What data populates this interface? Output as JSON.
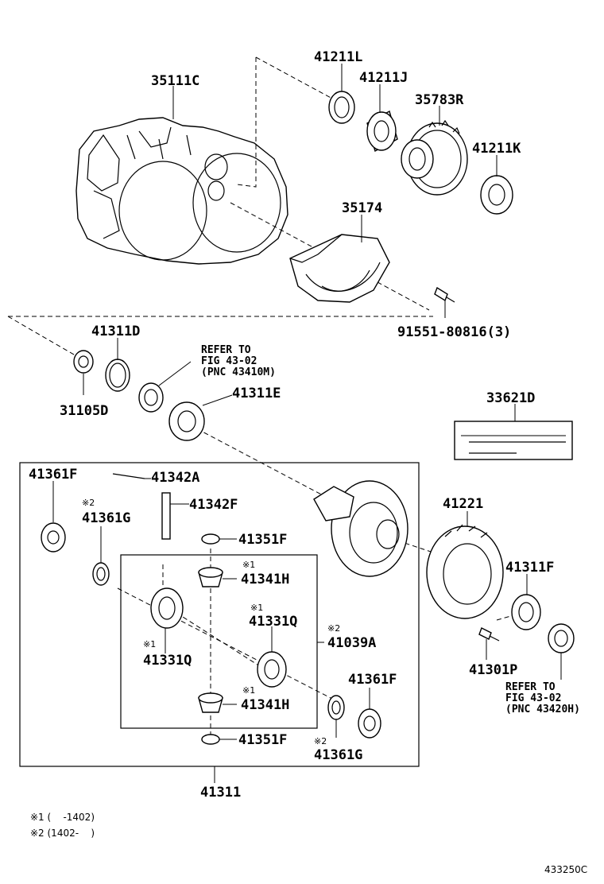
{
  "parts": {
    "p35111C": "35111C",
    "p41211L": "41211L",
    "p41211J": "41211J",
    "p35783R": "35783R",
    "p41211K": "41211K",
    "p35174": "35174",
    "p91551": "91551-80816(3)",
    "p41311D": "41311D",
    "p31105D": "31105D",
    "p41311E": "41311E",
    "p33621D": "33621D",
    "p41361F_a": "41361F",
    "p41342A": "41342A",
    "p41342F": "41342F",
    "p41361G_a": "41361G",
    "p41351F_a": "41351F",
    "p41341H_a": "41341H",
    "p41331Q_a": "41331Q",
    "p41039A": "41039A",
    "p41331Q_b": "41331Q",
    "p41341H_b": "41341H",
    "p41351F_b": "41351F",
    "p41361F_b": "41361F",
    "p41361G_b": "41361G",
    "p41311": "41311",
    "p41221": "41221",
    "p41311F": "41311F",
    "p41301P": "41301P"
  },
  "refs": {
    "ref1": [
      "REFER TO",
      "FIG 43-02",
      "(PNC 43410M)"
    ],
    "ref2": [
      "REFER TO",
      "FIG 43-02",
      "(PNC 43420H)"
    ]
  },
  "marks": {
    "m1": "※1",
    "m2": "※2"
  },
  "notes": {
    "n1": "※1 (    -1402)",
    "n2": "※2 (1402-    )"
  },
  "figure_id": "433250C"
}
